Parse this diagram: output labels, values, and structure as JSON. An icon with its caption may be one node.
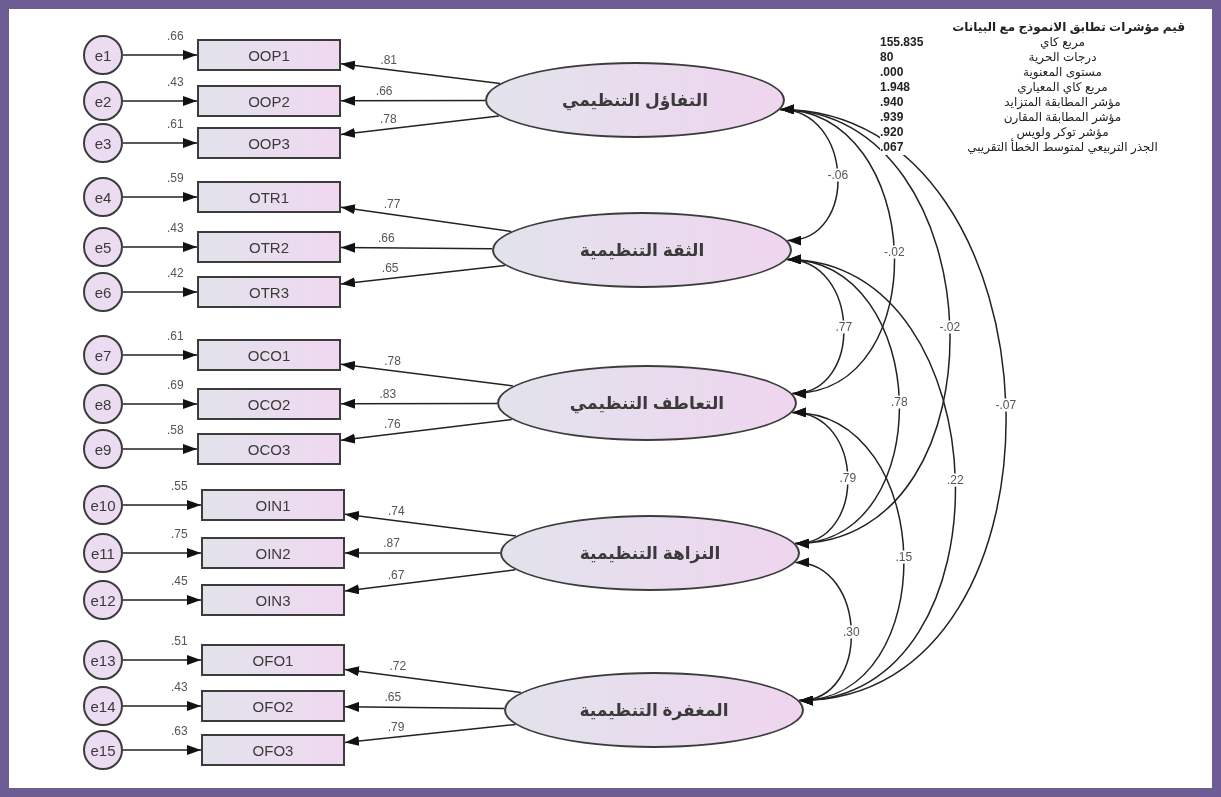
{
  "diagram": {
    "nodes": [
      {
        "text": [
          "e1"
        ]
      },
      {
        "text": [
          "e2"
        ]
      },
      {
        "text": [
          "e3"
        ]
      },
      {
        "text": [
          "e4"
        ]
      },
      {
        "text": [
          "e5"
        ]
      },
      {
        "text": [
          "e6"
        ]
      },
      {
        "text": [
          "e7"
        ]
      },
      {
        "text": [
          "e8"
        ]
      },
      {
        "text": [
          "e9"
        ]
      },
      {
        "text": [
          "e10"
        ]
      },
      {
        "text": [
          "e11"
        ]
      },
      {
        "text": [
          "e12"
        ]
      },
      {
        "text": [
          "e13"
        ]
      },
      {
        "text": [
          "e14"
        ]
      },
      {
        "text": [
          "e15"
        ]
      },
      {
        "text": [
          "OOP1"
        ],
        "beside": [
          ".66"
        ]
      },
      {
        "text": [
          "OOP2"
        ],
        "beside": [
          ".43"
        ]
      },
      {
        "text": [
          "OOP3"
        ],
        "beside": [
          ".61"
        ]
      },
      {
        "text": [
          "OTR1"
        ],
        "beside": [
          ".59"
        ]
      },
      {
        "text": [
          "OTR2"
        ],
        "beside": [
          ".43"
        ]
      },
      {
        "text": [
          "OTR3"
        ],
        "beside": [
          ".42"
        ]
      },
      {
        "text": [
          "OCO1"
        ],
        "beside": [
          ".61"
        ]
      },
      {
        "text": [
          "OCO2"
        ],
        "beside": [
          ".69"
        ]
      },
      {
        "text": [
          "OCO3"
        ],
        "beside": [
          ".58"
        ]
      },
      {
        "text": [
          "OIN1"
        ],
        "beside": [
          ".55"
        ]
      },
      {
        "text": [
          "OIN2"
        ],
        "beside": [
          ".75"
        ]
      },
      {
        "text": [
          "OIN3"
        ],
        "beside": [
          ".45"
        ]
      },
      {
        "text": [
          "OFO1"
        ],
        "beside": [
          ".51"
        ]
      },
      {
        "text": [
          "OFO2"
        ],
        "beside": [
          ".43"
        ]
      },
      {
        "text": [
          "OFO3"
        ],
        "beside": [
          ".63"
        ]
      },
      {
        "text": [
          "التفاؤل التنظيمي"
        ]
      },
      {
        "text": [
          "الثقة التنظيمية"
        ]
      },
      {
        "text": [
          "التعاطف التنظيمي"
        ]
      },
      {
        "text": [
          "النزاهة التنظيمية"
        ]
      },
      {
        "text": [
          "المغفرة التنظيمية"
        ]
      }
    ],
    "edges": [
      {
        "from": 0,
        "to": 15,
        "arrow": "to"
      },
      {
        "from": 1,
        "to": 16,
        "arrow": "to"
      },
      {
        "from": 2,
        "to": 17,
        "arrow": "to"
      },
      {
        "from": 3,
        "to": 18,
        "arrow": "to"
      },
      {
        "from": 4,
        "to": 19,
        "arrow": "to"
      },
      {
        "from": 5,
        "to": 20,
        "arrow": "to"
      },
      {
        "from": 6,
        "to": 21,
        "arrow": "to"
      },
      {
        "from": 7,
        "to": 22,
        "arrow": "to"
      },
      {
        "from": 8,
        "to": 23,
        "arrow": "to"
      },
      {
        "from": 9,
        "to": 24,
        "arrow": "to"
      },
      {
        "from": 10,
        "to": 25,
        "arrow": "to"
      },
      {
        "from": 11,
        "to": 26,
        "arrow": "to"
      },
      {
        "from": 12,
        "to": 27,
        "arrow": "to"
      },
      {
        "from": 13,
        "to": 28,
        "arrow": "to"
      },
      {
        "from": 14,
        "to": 29,
        "arrow": "to"
      },
      {
        "from": 30,
        "to": 15,
        "arrow": "to",
        "label": ".81"
      },
      {
        "from": 30,
        "to": 16,
        "arrow": "to",
        "label": ".66"
      },
      {
        "from": 30,
        "to": 17,
        "arrow": "to",
        "label": ".78"
      },
      {
        "from": 31,
        "to": 18,
        "arrow": "to",
        "label": ".77"
      },
      {
        "from": 31,
        "to": 19,
        "arrow": "to",
        "label": ".66"
      },
      {
        "from": 31,
        "to": 20,
        "arrow": "to",
        "label": ".65"
      },
      {
        "from": 32,
        "to": 21,
        "arrow": "to",
        "label": ".78"
      },
      {
        "from": 32,
        "to": 22,
        "arrow": "to",
        "label": ".83"
      },
      {
        "from": 32,
        "to": 23,
        "arrow": "to",
        "label": ".76"
      },
      {
        "from": 33,
        "to": 24,
        "arrow": "to",
        "label": ".74"
      },
      {
        "from": 33,
        "to": 25,
        "arrow": "to",
        "label": ".87"
      },
      {
        "from": 33,
        "to": 26,
        "arrow": "to",
        "label": ".67"
      },
      {
        "from": 34,
        "to": 27,
        "arrow": "to",
        "label": ".72"
      },
      {
        "from": 34,
        "to": 28,
        "arrow": "to",
        "label": ".65"
      },
      {
        "from": 34,
        "to": 29,
        "arrow": "to",
        "label": ".79"
      },
      {
        "from": 30,
        "to": 31,
        "arrow": "both",
        "label": "-.06"
      },
      {
        "from": 30,
        "to": 32,
        "arrow": "both",
        "label": "-.02"
      },
      {
        "from": 30,
        "to": 33,
        "arrow": "both",
        "label": "-.02"
      },
      {
        "from": 30,
        "to": 34,
        "arrow": "both",
        "label": "-.07"
      },
      {
        "from": 31,
        "to": 32,
        "arrow": "both",
        "label": ".77"
      },
      {
        "from": 31,
        "to": 33,
        "arrow": "both",
        "label": ".78"
      },
      {
        "from": 31,
        "to": 34,
        "arrow": "both",
        "label": ".22"
      },
      {
        "from": 32,
        "to": 33,
        "arrow": "both",
        "label": ".79"
      },
      {
        "from": 32,
        "to": 34,
        "arrow": "both",
        "label": ".15"
      },
      {
        "from": 33,
        "to": 34,
        "arrow": "both",
        "label": ".30"
      }
    ],
    "labels": [
      "قيم مؤشرات تطابق الانموذج مع البيانات",
      "مربع كاي",
      "155.835",
      "درجات الحرية",
      "80",
      "مستوى المعنوية",
      ".000",
      "مربع كاي المعياري",
      "1.948",
      "مؤشر المطابقة المتزايد",
      ".940",
      "مؤشر المطابقة المقارن",
      ".939",
      "مؤشر توكر ولويس",
      ".920",
      "الجذر التربيعي لمتوسط الخطأ التقريبي",
      ".067"
    ]
  }
}
